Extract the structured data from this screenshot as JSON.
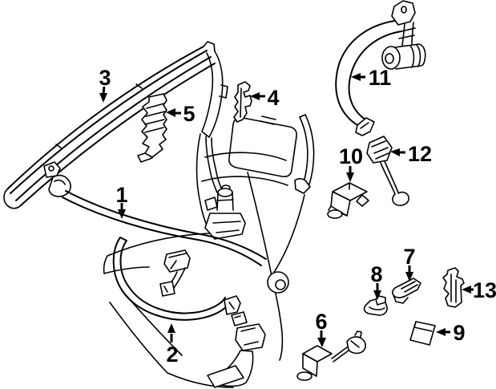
{
  "diagram": {
    "background_color": "#ffffff",
    "line_color": "#000000",
    "callouts": [
      {
        "label": "1",
        "arrow_direction": "down"
      },
      {
        "label": "2",
        "arrow_direction": "up"
      },
      {
        "label": "3",
        "arrow_direction": "down"
      },
      {
        "label": "4",
        "arrow_direction": "left"
      },
      {
        "label": "5",
        "arrow_direction": "left"
      },
      {
        "label": "6",
        "arrow_direction": "down"
      },
      {
        "label": "7",
        "arrow_direction": "down"
      },
      {
        "label": "8",
        "arrow_direction": "down"
      },
      {
        "label": "9",
        "arrow_direction": "left"
      },
      {
        "label": "10",
        "arrow_direction": "down"
      },
      {
        "label": "11",
        "arrow_direction": "left"
      },
      {
        "label": "12",
        "arrow_direction": "left"
      },
      {
        "label": "13",
        "arrow_direction": "left"
      }
    ]
  }
}
